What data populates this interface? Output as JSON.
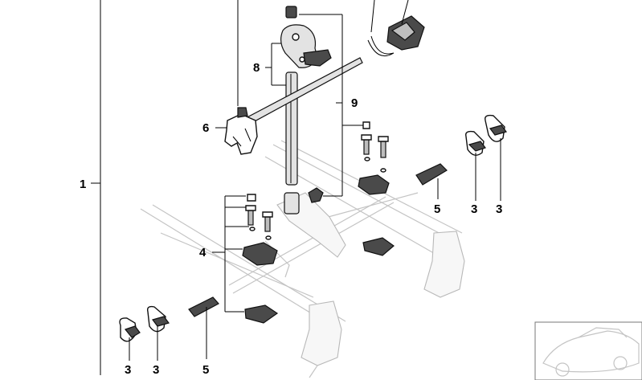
{
  "diagram": {
    "callouts": {
      "c1": "1",
      "c3a": "3",
      "c3b": "3",
      "c3c": "3",
      "c3d": "3",
      "c4": "4",
      "c5a": "5",
      "c5b": "5",
      "c6": "6",
      "c8": "8",
      "c9": "9"
    }
  }
}
